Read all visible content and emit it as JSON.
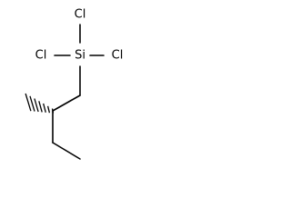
{
  "molecule": {
    "atoms": {
      "si": "Si",
      "cl_top": "Cl",
      "cl_left": "Cl",
      "cl_right": "Cl"
    }
  }
}
